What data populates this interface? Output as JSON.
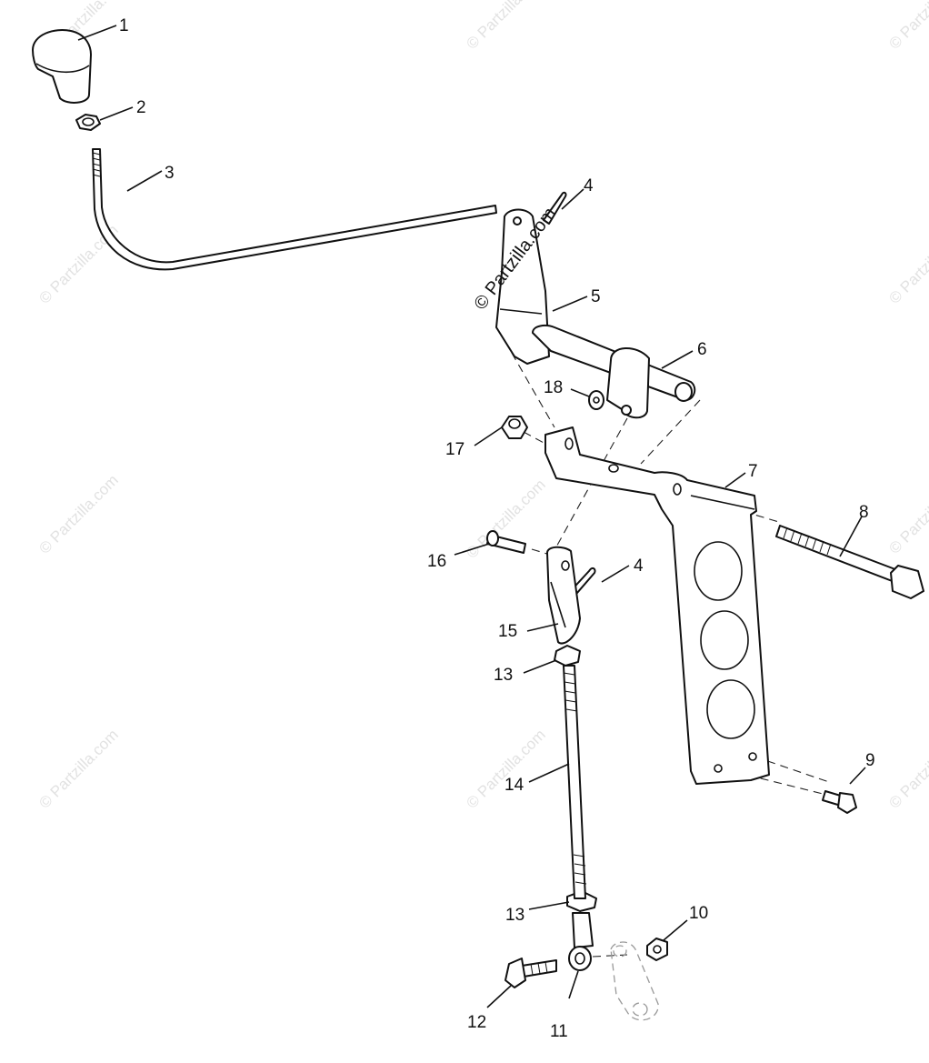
{
  "watermark": {
    "main_text": "© Partzilla.com",
    "tile_text": "© Partzilla.com"
  },
  "callouts": {
    "c1": "1",
    "c2": "2",
    "c3": "3",
    "c4a": "4",
    "c4b": "4",
    "c5": "5",
    "c6": "6",
    "c7": "7",
    "c8": "8",
    "c9": "9",
    "c10": "10",
    "c11": "11",
    "c12": "12",
    "c13a": "13",
    "c13b": "13",
    "c14": "14",
    "c15": "15",
    "c16": "16",
    "c17": "17",
    "c18": "18"
  },
  "colors": {
    "line": "#111111",
    "watermark": "#e2e2e2",
    "background": "#ffffff"
  }
}
